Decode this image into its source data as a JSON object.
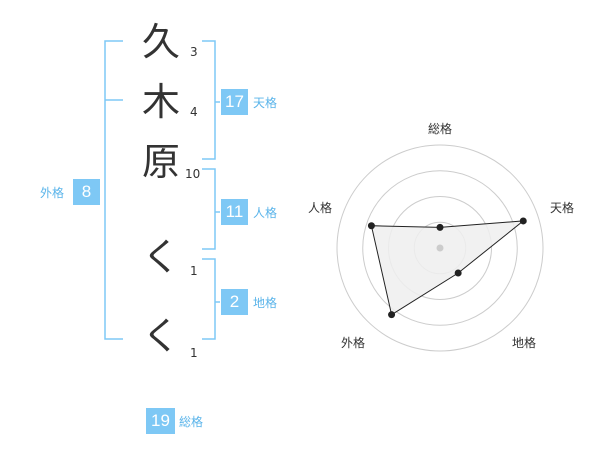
{
  "name": {
    "characters": [
      {
        "char": "久",
        "strokes": "3"
      },
      {
        "char": "木",
        "strokes": "4"
      },
      {
        "char": "原",
        "strokes": "10"
      },
      {
        "char": "く",
        "strokes": "1"
      },
      {
        "char": "く",
        "strokes": "1"
      }
    ]
  },
  "kakusu": {
    "tenkaku": {
      "label": "天格",
      "value": "17"
    },
    "jinkaku": {
      "label": "人格",
      "value": "11"
    },
    "chikaku": {
      "label": "地格",
      "value": "2"
    },
    "gaikaku": {
      "label": "外格",
      "value": "8"
    },
    "soukaku": {
      "label": "総格",
      "value": "19"
    }
  },
  "colors": {
    "accent": "#7ec8f5",
    "accent_text": "#5ab4ea",
    "text": "#333333",
    "grid": "#cccccc",
    "polygon_fill": "#eeeeee"
  },
  "chart_data": {
    "type": "radar",
    "axes": [
      "総格",
      "天格",
      "地格",
      "外格",
      "人格"
    ],
    "values": [
      0.2,
      0.85,
      0.3,
      0.8,
      0.7
    ],
    "rings": 4
  }
}
